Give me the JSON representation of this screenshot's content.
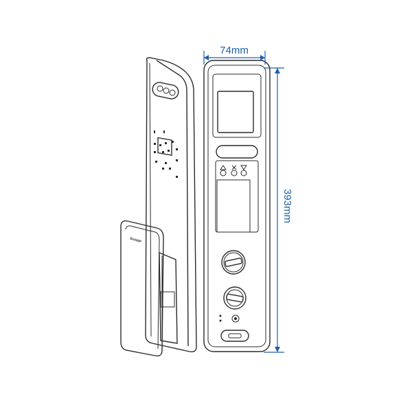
{
  "dimensions": {
    "width_label": "74mm",
    "height_label": "393mm"
  },
  "brand": {
    "logo_text": "SHARP"
  },
  "colors": {
    "dimension_line": "#1f5fa8",
    "outline": "#2a2a2a",
    "background": "#ffffff"
  },
  "icons": {
    "front_buttons": [
      "triangle-up-icon",
      "x-icon",
      "triangle-down-icon"
    ]
  }
}
